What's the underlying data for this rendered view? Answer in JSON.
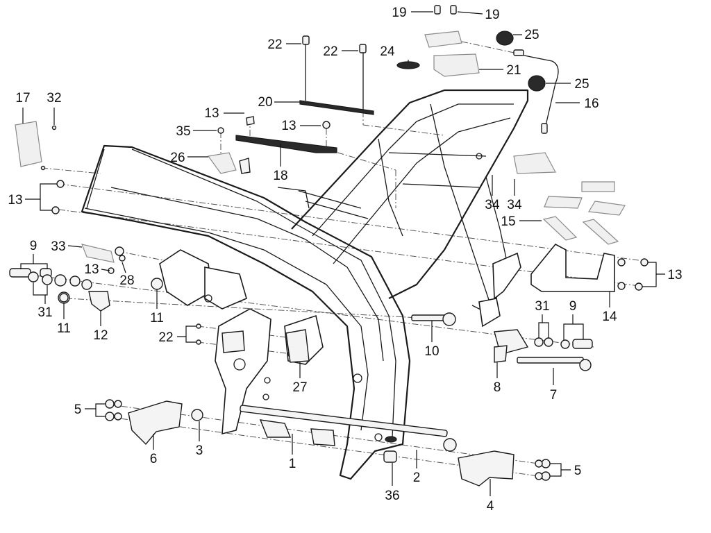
{
  "diagram": {
    "callouts": [
      "1",
      "2",
      "3",
      "4",
      "5",
      "5",
      "6",
      "7",
      "8",
      "9",
      "9",
      "10",
      "11",
      "11",
      "12",
      "13",
      "13",
      "13",
      "13",
      "13",
      "14",
      "15",
      "16",
      "17",
      "18",
      "19",
      "19",
      "20",
      "21",
      "22",
      "22",
      "22",
      "24",
      "25",
      "25",
      "26",
      "27",
      "28",
      "31",
      "31",
      "32",
      "33",
      "34",
      "34",
      "35",
      "36"
    ]
  }
}
